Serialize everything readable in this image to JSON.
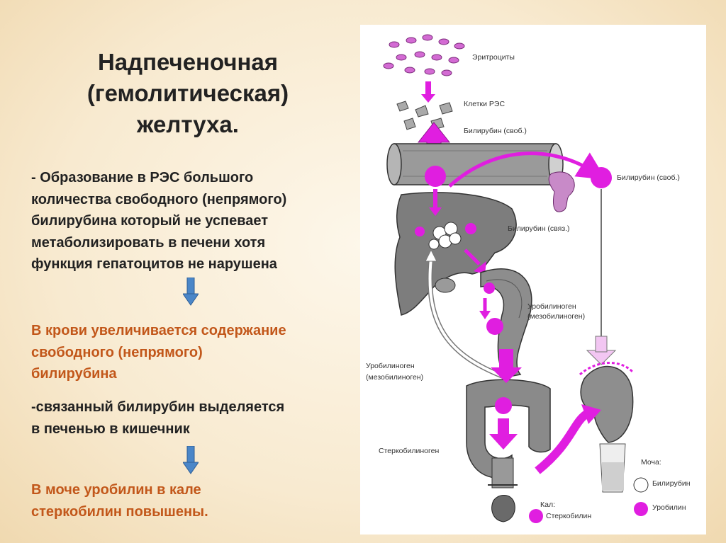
{
  "title": {
    "line1": "Надпеченочная",
    "line2": "(гемолитическая)",
    "line3": "желтуха."
  },
  "text": {
    "p1": [
      "- Образование в РЭС большого",
      "количества свободного (непрямого)",
      "билирубина который не успевает",
      "метаболизировать в печени хотя",
      "функция гепатоцитов не нарушена"
    ],
    "p2": [
      "В крови увеличивается содержание",
      "свободного (непрямого)",
      "билирубина"
    ],
    "p3": [
      "-связанный билирубин выделяется",
      "в печенью в кишечник"
    ],
    "p4": [
      "В моче уробилин в кале",
      "стеркобилин повышены."
    ]
  },
  "diagram": {
    "labels": {
      "erythrocytes": "Эритроциты",
      "res_cells": "Клетки РЭС",
      "bilirubin_free_1": "Билирубин (своб.)",
      "bilirubin_free_2": "Билирубин (своб.)",
      "bilirubin_bound": "Билирубин (связ.)",
      "urobilinogen_1": "Уробилиноген",
      "urobilinogen_1b": "(мезобилиноген)",
      "urobilinogen_2": "Уробилиноген",
      "urobilinogen_2b": "(мезобилиноген)",
      "stercobilinogen": "Стеркобилиноген",
      "urine": "Моча:",
      "urine_bilirubin": "Билирубин",
      "urine_urobilin": "Уробилин",
      "feces": "Кал:",
      "feces_stercobilin": "Стеркобилин"
    }
  },
  "colors": {
    "accent_orange": "#c2571a",
    "magenta": "#e01ee0",
    "arrow_blue": "#4a86c8",
    "organ_gray": "#8a8a8a"
  }
}
